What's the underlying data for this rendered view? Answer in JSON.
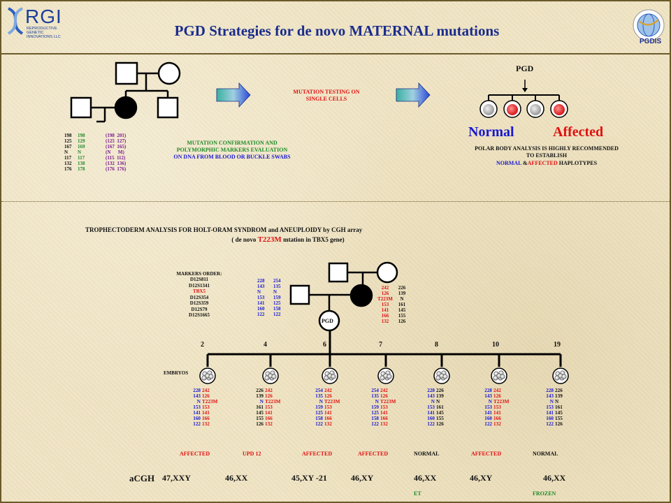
{
  "header": {
    "title": "PGD Strategies for de novo  MATERNAL mutations",
    "logo_left_text": "RGI",
    "logo_left_sub": "REPRODUCTIVE GENETIC INNOVATIONS LLC",
    "logo_right_text": "PGDIS"
  },
  "top_section": {
    "markers": {
      "col1": [
        "198",
        "125",
        "167",
        "N",
        "117",
        "132",
        "176"
      ],
      "col2": [
        "198",
        "129",
        "169",
        "N",
        "117",
        "138",
        "178"
      ],
      "col3": [
        "(198  201)",
        "(125  127)",
        "(167  165)",
        "(N      M)",
        "(115  112)",
        "(132  136)",
        "(176  176)"
      ]
    },
    "confirmation_text": [
      "MUTATION CONFIRMATION AND",
      "POLYMORPHIC MARKERS EVALUATION",
      "ON DNA FROM BLOOD OR BUCKLE SWABS"
    ],
    "mutation_testing_text": [
      "MUTATION TESTING ON",
      "SINGLE CELLS"
    ],
    "pgd_label": "PGD",
    "normal_label": "Normal",
    "affected_label": "Affected",
    "polar_body_text": [
      "POLAR BODY ANALYSIS IS HIGHLY RECOMMENDED",
      "TO ESTABLISH"
    ],
    "haplo_normal": "NORMAL",
    "haplo_amp": " &",
    "haplo_affected": "AFFECTED",
    "haplo_rest": " HAPLOTYPES"
  },
  "bottom_section": {
    "title_line1": "TROPHECTODERM ANALYSIS FOR HOLT-ORAM SYNDROM and  ANEUPLOIDY by CGH array",
    "title_line2_a": "( de novo ",
    "title_line2_mut": "T223M",
    "title_line2_b": " mtation in TBX5 gene)",
    "markers_order_label": "MARKERS ORDER:",
    "markers_order": [
      "D12S811",
      "D12S1341",
      "TBX5",
      "D12S354",
      "D12S359",
      "D12S79",
      "D12S1665"
    ],
    "father_haplo": {
      "a": [
        "228",
        "143",
        "N",
        "153",
        "141",
        "160",
        "122"
      ],
      "b": [
        "254",
        "135",
        "N",
        "159",
        "125",
        "158",
        "122"
      ]
    },
    "mother_haplo": {
      "a": [
        "242",
        "126",
        "T223M",
        "153",
        "141",
        "166",
        "132"
      ],
      "b": [
        "226",
        "139",
        "N",
        "161",
        "145",
        "155",
        "126"
      ]
    },
    "pgd_circle_label": "PGD",
    "embryos_label": "EMBRYOS",
    "acgh_label": "aCGH",
    "embryos": [
      {
        "number": "2",
        "status": "AFFECTED",
        "acgh": "47,XXY",
        "note": "",
        "col1": [
          "228",
          "143",
          "N",
          "153",
          "141",
          "160",
          "122"
        ],
        "col2": [
          "242",
          "126",
          "T223M",
          "153",
          "141",
          "166",
          "132"
        ]
      },
      {
        "number": "4",
        "status": "UPD 12",
        "acgh": "46,XX",
        "note": "",
        "col1": [
          "226",
          "139",
          "N",
          "161",
          "145",
          "155",
          "126"
        ],
        "col2": [
          "242",
          "126",
          "T223M",
          "153",
          "141",
          "166",
          "132"
        ]
      },
      {
        "number": "6",
        "status": "AFFECTED",
        "acgh": "45,XY -21",
        "note": "",
        "col1": [
          "254",
          "135",
          "N",
          "159",
          "125",
          "158",
          "122"
        ],
        "col2": [
          "242",
          "126",
          "T223M",
          "153",
          "141",
          "166",
          "132"
        ]
      },
      {
        "number": "7",
        "status": "AFFECTED",
        "acgh": "46,XY",
        "note": "",
        "col1": [
          "254",
          "135",
          "N",
          "159",
          "125",
          "158",
          "122"
        ],
        "col2": [
          "242",
          "126",
          "T223M",
          "153",
          "141",
          "166",
          "132"
        ]
      },
      {
        "number": "8",
        "status": "NORMAL",
        "acgh": "46,XX",
        "note": "ET",
        "col1": [
          "228",
          "143",
          "N",
          "153",
          "141",
          "160",
          "122"
        ],
        "col2": [
          "226",
          "139",
          "N",
          "161",
          "145",
          "155",
          "126"
        ]
      },
      {
        "number": "10",
        "status": "AFFECTED",
        "acgh": "46,XY",
        "note": "",
        "col1": [
          "228",
          "143",
          "N",
          "153",
          "141",
          "160",
          "122"
        ],
        "col2": [
          "242",
          "126",
          "T223M",
          "153",
          "141",
          "166",
          "132"
        ]
      },
      {
        "number": "19",
        "status": "NORMAL",
        "acgh": "46,XX",
        "note": "FROZEN",
        "col1": [
          "228",
          "143",
          "N",
          "153",
          "141",
          "160",
          "122"
        ],
        "col2": [
          "226",
          "139",
          "N",
          "161",
          "145",
          "155",
          "126"
        ]
      }
    ]
  },
  "colors": {
    "title": "#1a2c8c",
    "red": "#e01010",
    "blue": "#1818d0",
    "green": "#1e8a28",
    "purple": "#7a1a8a"
  }
}
